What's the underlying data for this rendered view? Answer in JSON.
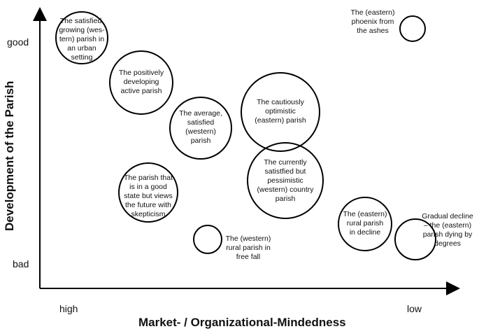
{
  "axes": {
    "x_title": "Market- / Organizational-Mindedness",
    "y_title": "Development of the Parish",
    "x_low_label": "high",
    "x_high_label": "low",
    "y_top_label": "good",
    "y_bottom_label": "bad"
  },
  "bubbles": [
    {
      "id": "western-urban",
      "text": "The satisfied,\ngrowing (wes-\ntern) parish in\nan urban\nsetting"
    },
    {
      "id": "eastern-phoenix",
      "text": "The (eastern)\nphoenix from\nthe ashes"
    },
    {
      "id": "positively-developing",
      "text": "The positively\ndeveloping\nactive parish"
    },
    {
      "id": "average-satisfied",
      "text": "The average,\nsatisfied\n(western)\nparish"
    },
    {
      "id": "cautiously-optimistic",
      "text": "The cautiously\noptimistic\n(eastern) parish"
    },
    {
      "id": "currently-satisfied",
      "text": "The currently\nsatistfied but\npessimistic\n(western) country\nparish"
    },
    {
      "id": "good-state-skepticism",
      "text": "The parish that\nis in a good\nstate but views\nthe future with\nskepticism"
    },
    {
      "id": "western-free-fall",
      "text": "The (western)\nrural parish in\nfree fall"
    },
    {
      "id": "eastern-decline",
      "text": "The (eastern)\nrural parish\nin decline"
    },
    {
      "id": "gradual-decline",
      "text": "Gradual decline\n– the (eastern)\nparish dying by\ndegrees"
    }
  ]
}
